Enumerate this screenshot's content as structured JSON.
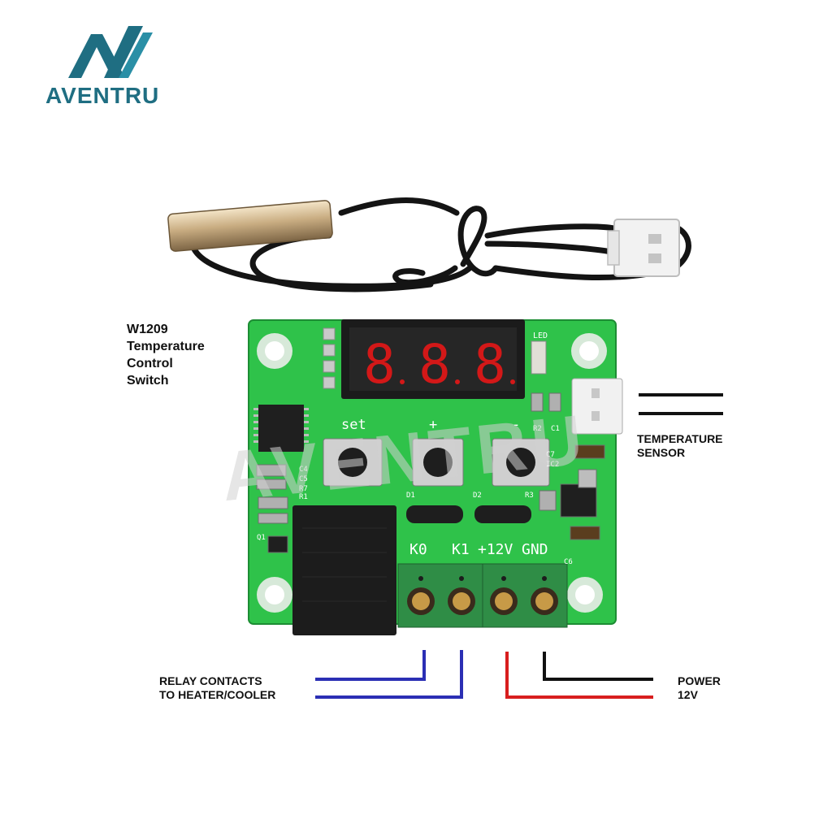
{
  "brand": {
    "logo_text": "AVENTRU",
    "watermark_text": "AVENTRU",
    "color": "#1f6e82"
  },
  "product_label": [
    "W1209",
    "Temperature",
    "Control",
    "Switch"
  ],
  "callouts": {
    "temperature_sensor": [
      "TEMPERATURE",
      "SENSOR"
    ],
    "relay_contacts": [
      "RELAY CONTACTS",
      "TO HEATER/COOLER"
    ],
    "power": [
      "POWER",
      "12V"
    ]
  },
  "board": {
    "display_digits": [
      "8",
      "8",
      "8"
    ],
    "button_labels": {
      "set": "set",
      "plus": "+",
      "minus": "-"
    },
    "led_label": "LED",
    "terminals": [
      "K0",
      "K1",
      "+12V",
      "GND"
    ],
    "component_labels": [
      "C4",
      "C5",
      "R7",
      "R1",
      "Q1",
      "D1",
      "D2",
      "R3",
      "R2",
      "C1",
      "C7",
      "IC2",
      "C6"
    ]
  },
  "colors": {
    "pcb_green": "#2fc24a",
    "relay_wire": "#2b2fb4",
    "power_positive_wire": "#d81e1e",
    "power_ground_wire": "#111111",
    "sensor_wire": "#111111"
  }
}
